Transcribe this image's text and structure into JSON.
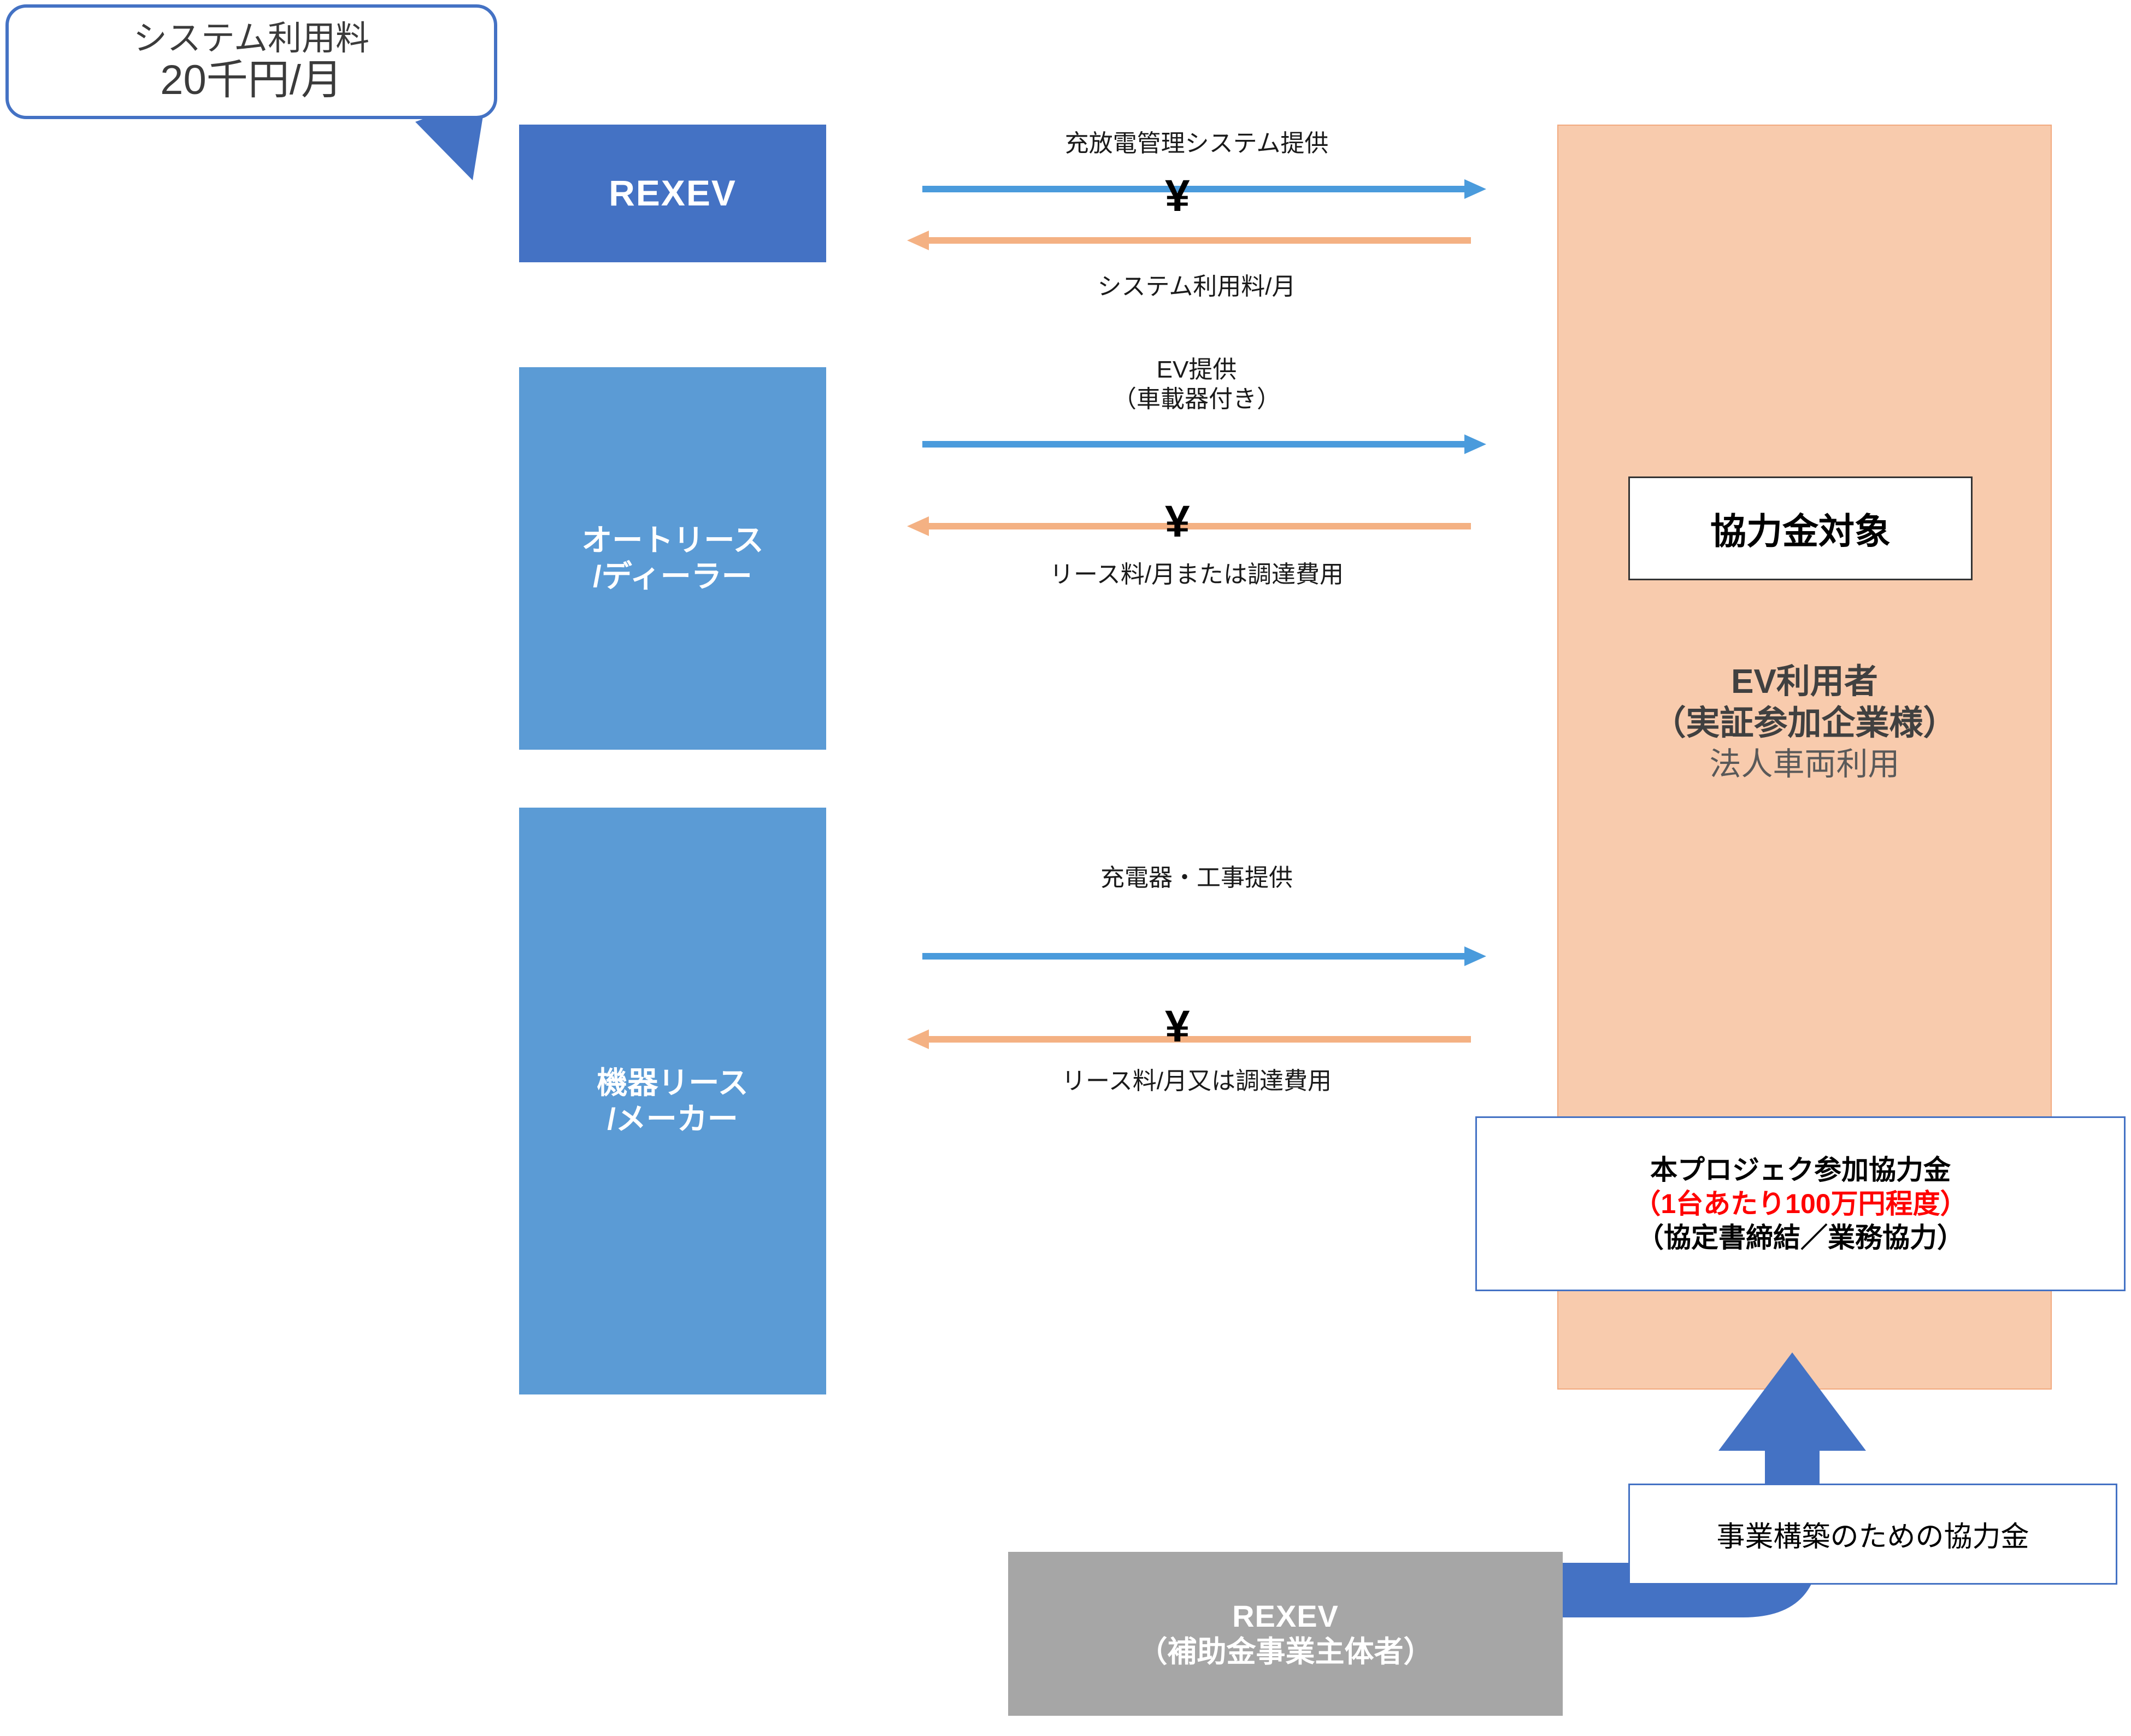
{
  "callout": {
    "line1": "システム利用料",
    "line2": "20千円/月"
  },
  "parties": {
    "rexev": "REXEV",
    "autolease": [
      "オートリース",
      "/ディーラー"
    ],
    "equipment": [
      "機器リース",
      "/メーカー"
    ],
    "subsidy": [
      "REXEV",
      "（補助金事業主体者）"
    ]
  },
  "flows": [
    {
      "forward_label": "充放電管理システム提供",
      "forward_label2": "",
      "return_label": "システム利用料/月",
      "money_symbol": "¥",
      "forward_color": "#4A9BDC",
      "return_color": "#F4B183"
    },
    {
      "forward_label": "EV提供",
      "forward_label2": "（車載器付き）",
      "return_label": "リース料/月または調達費用",
      "money_symbol": "¥",
      "forward_color": "#4A9BDC",
      "return_color": "#F4B183"
    },
    {
      "forward_label": "充電器・工事提供",
      "forward_label2": "",
      "return_label": "リース料/月又は調達費用",
      "money_symbol": "¥",
      "forward_color": "#4A9BDC",
      "return_color": "#F4B183"
    }
  ],
  "ev_panel": {
    "target_badge": "協力金対象",
    "title_line1": "EV利用者",
    "title_line2": "（実証参加企業様）",
    "subtitle": "法人車両利用"
  },
  "contribution_box": {
    "line1": "本プロジェク参加協力金",
    "line2": "（1台あたり100万円程度）",
    "line3": "（協定書締結／業務協力）"
  },
  "coop_box": {
    "label": "事業構築のための協力金"
  },
  "colors": {
    "dark_blue": "#4472C4",
    "light_blue": "#5B9BD5",
    "arrow_blue": "#4A9BDC",
    "arrow_orange": "#F4B183",
    "panel_orange": "#F8CBAD",
    "gray": "#A6A6A6",
    "red_accent": "#FF0000"
  }
}
